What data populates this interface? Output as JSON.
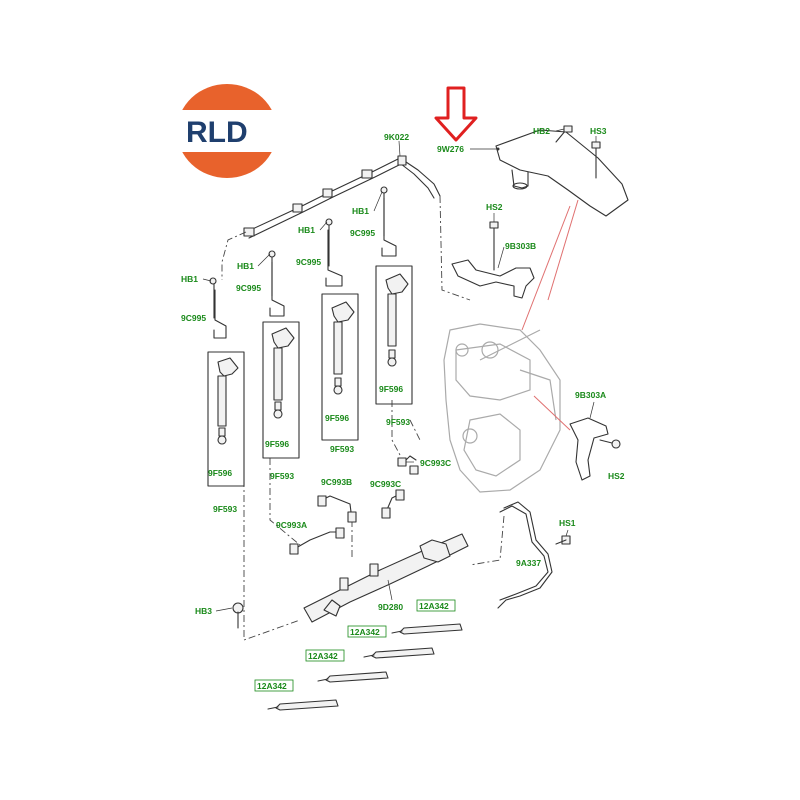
{
  "logo": {
    "text": "RLD",
    "ring_color": "#e8622c",
    "text_color": "#1f3f6e"
  },
  "highlight_arrow_color": "#e02020",
  "label_color": "#1a8a1a",
  "labels": {
    "9K022": "9K022",
    "9W276": "9W276",
    "HB2": "HB2",
    "HS3": "HS3",
    "HS2_top": "HS2",
    "9B303B": "9B303B",
    "HB1_a": "HB1",
    "HB1_b": "HB1",
    "HB1_c": "HB1",
    "HB1_d": "HB1",
    "9C995_a": "9C995",
    "9C995_b": "9C995",
    "9C995_c": "9C995",
    "9C995_d": "9C995",
    "9F596_a": "9F596",
    "9F596_b": "9F596",
    "9F596_c": "9F596",
    "9F596_d": "9F596",
    "9F593_a": "9F593",
    "9F593_b": "9F593",
    "9F593_c": "9F593",
    "9F593_d": "9F593",
    "9B303A": "9B303A",
    "HS2_right": "HS2",
    "9C993C_a": "9C993C",
    "9C993C_b": "9C993C",
    "9C993B": "9C993B",
    "9C993A": "9C993A",
    "HS1": "HS1",
    "9A337": "9A337",
    "9D280": "9D280",
    "HB3": "HB3",
    "12A342_a": "12A342",
    "12A342_b": "12A342",
    "12A342_c": "12A342",
    "12A342_d": "12A342"
  }
}
